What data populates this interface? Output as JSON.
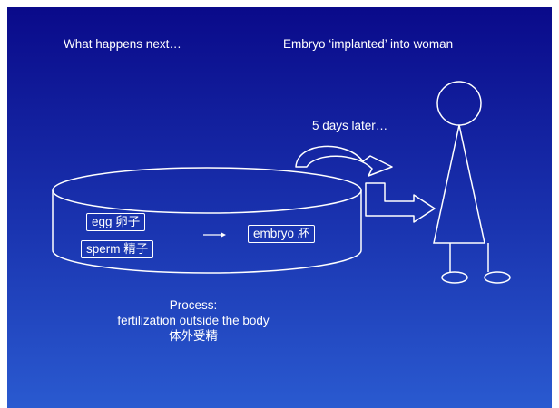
{
  "slide": {
    "heading_left": "What happens next…",
    "heading_right": "Embryo ‘implanted’ into woman",
    "time_note": "5 days later…",
    "dish_labels": {
      "egg": "egg 卵子",
      "sperm": "sperm 精子",
      "embryo": "embryo 胚"
    },
    "process": {
      "title": "Process:",
      "line1": "fertilization outside the body",
      "line2": "体外受精"
    }
  },
  "colors": {
    "background_top": "#0a0a8a",
    "background_bottom": "#2a5ad0",
    "foreground": "#ffffff"
  }
}
